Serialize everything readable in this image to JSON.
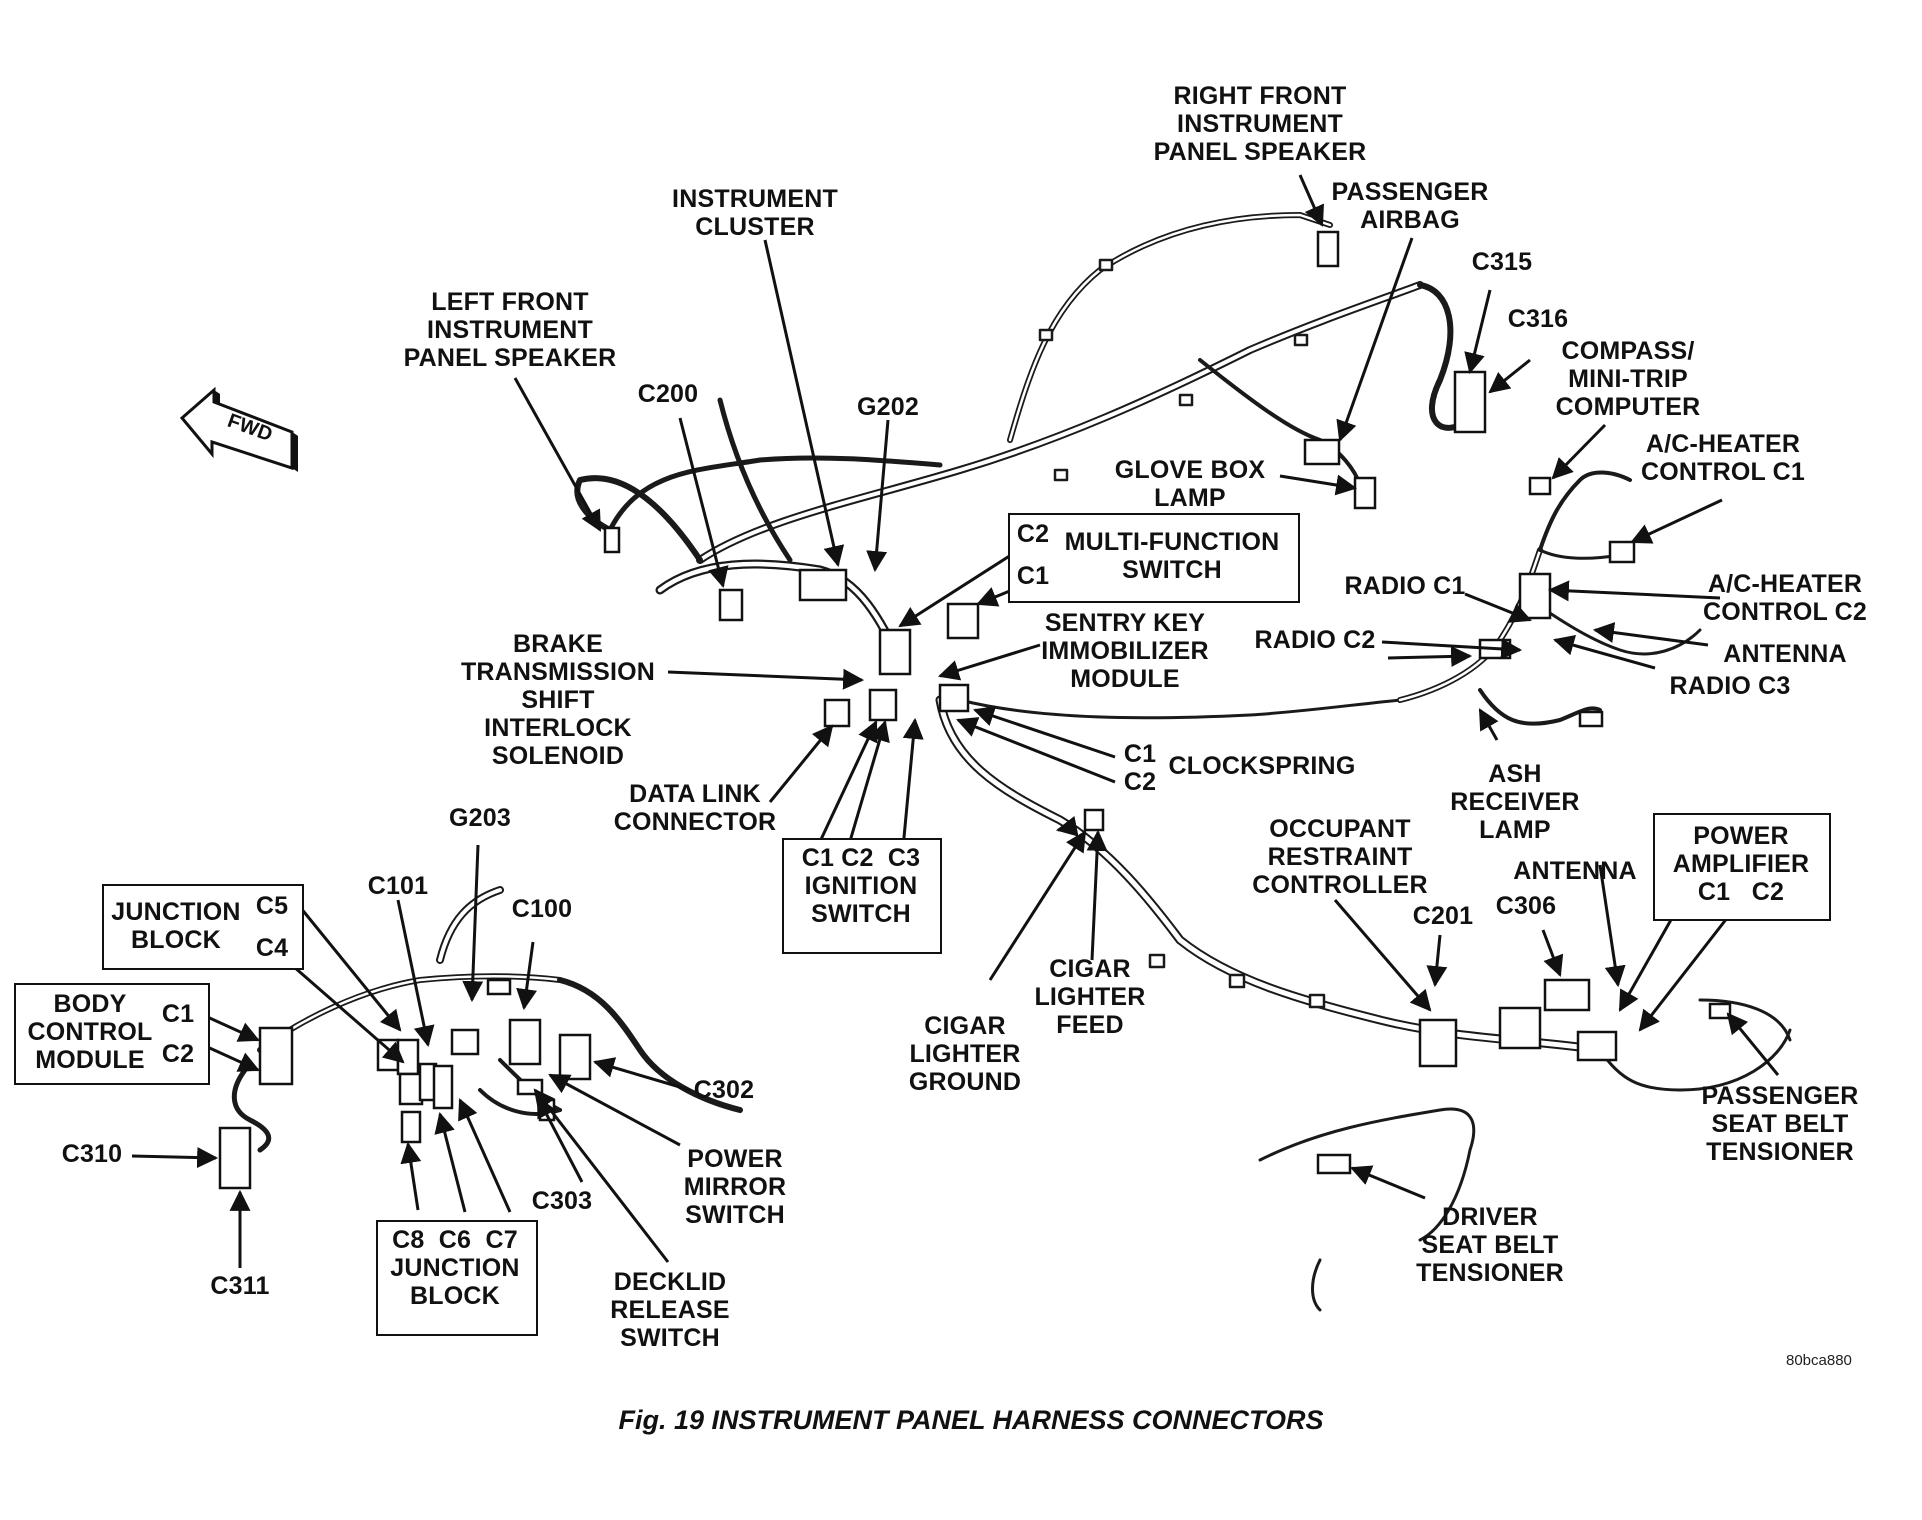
{
  "diagram": {
    "labels": {
      "right_front_speaker": "RIGHT FRONT\nINSTRUMENT\nPANEL SPEAKER",
      "passenger_airbag": "PASSENGER\nAIRBAG",
      "instrument_cluster": "INSTRUMENT\nCLUSTER",
      "c315": "C315",
      "c316": "C316",
      "compass": "COMPASS/\nMINI-TRIP\nCOMPUTER",
      "left_front_speaker": "LEFT FRONT\nINSTRUMENT\nPANEL SPEAKER",
      "c200": "C200",
      "g202": "G202",
      "ac_heater_c1": "A/C-HEATER\nCONTROL C1",
      "glove_box_lamp": "GLOVE BOX\nLAMP",
      "fwd": "FWD",
      "mfs_c2": "C2",
      "mfs_c1": "C1",
      "multi_function_switch": "MULTI-FUNCTION\nSWITCH",
      "radio_c1": "RADIO C1",
      "ac_heater_c2": "A/C-HEATER\nCONTROL C2",
      "sentry_key": "SENTRY KEY\nIMMOBILIZER\nMODULE",
      "brake_shift": "BRAKE\nTRANSMISSION\nSHIFT\nINTERLOCK\nSOLENOID",
      "radio_c2": "RADIO C2",
      "antenna_right": "ANTENNA",
      "radio_c3": "RADIO C3",
      "cs_c1": "C1",
      "cs_c2": "C2",
      "clockspring": "CLOCKSPRING",
      "ash_receiver_lamp": "ASH\nRECEIVER\nLAMP",
      "data_link_connector": "DATA LINK\nCONNECTOR",
      "ignition_switch": "C1 C2  C3\nIGNITION\nSWITCH",
      "g203": "G203",
      "occupant_restraint": "OCCUPANT\nRESTRAINT\nCONTROLLER",
      "power_amplifier": "POWER\nAMPLIFIER\nC1   C2",
      "antenna_lower": "ANTENNA",
      "c101": "C101",
      "c100": "C100",
      "c201": "C201",
      "c306": "C306",
      "junction_block_top": "JUNCTION\nBLOCK",
      "jb_c5": "C5",
      "jb_c4": "C4",
      "cigar_lighter_feed": "CIGAR\nLIGHTER\nFEED",
      "body_control_module": "BODY\nCONTROL\nMODULE",
      "bcm_c1": "C1",
      "bcm_c2": "C2",
      "cigar_lighter_ground": "CIGAR\nLIGHTER\nGROUND",
      "c302": "C302",
      "passenger_seat_belt": "PASSENGER\nSEAT BELT\nTENSIONER",
      "c310": "C310",
      "power_mirror_switch": "POWER\nMIRROR\nSWITCH",
      "c303": "C303",
      "driver_seat_belt": "DRIVER\nSEAT BELT\nTENSIONER",
      "junction_block_bottom": "C8  C6  C7\nJUNCTION\nBLOCK",
      "c311": "C311",
      "decklid_release": "DECKLID\nRELEASE\nSWITCH"
    },
    "image_code": "80bca880",
    "caption": "Fig. 19 INSTRUMENT PANEL HARNESS CONNECTORS"
  }
}
